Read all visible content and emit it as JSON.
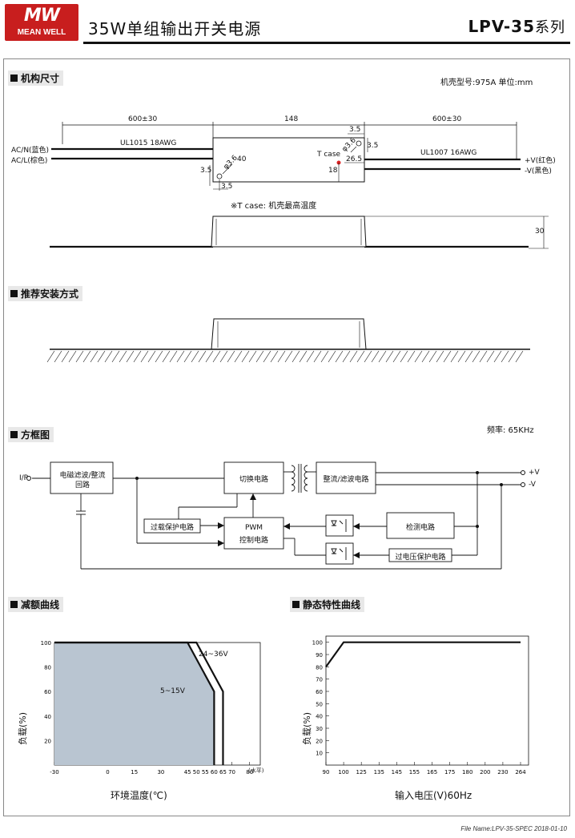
{
  "header": {
    "logo_mw": "MW",
    "logo_name": "MEAN WELL",
    "title": "35W单组输出开关电源",
    "model": "LPV-35",
    "model_suffix": "系列"
  },
  "mechanical": {
    "section_title": "机构尺寸",
    "case_info": "机壳型号:975A   单位:mm",
    "dims": {
      "left_wire": "600±30",
      "body_length": "148",
      "right_wire": "600±30",
      "body_height": "40",
      "hole_left": "φ3.6",
      "hole_right": "φ3.6",
      "d35_a": "3.5",
      "d35_b": "3.5",
      "d35_c": "3.5",
      "d35_d": "3.5",
      "d265": "26.5",
      "d18": "18",
      "side_height": "30"
    },
    "wire_left_label": "UL1015 18AWG",
    "wire_right_label": "UL1007 16AWG",
    "ac_n": "AC/N(蓝色)",
    "ac_l": "AC/L(棕色)",
    "vplus": "+V(红色)",
    "vminus": "-V(黑色)",
    "tcase_point": "T case",
    "tcase_note": "※T case: 机壳最高温度"
  },
  "mounting": {
    "section_title": "推荐安装方式"
  },
  "block": {
    "section_title": "方框图",
    "freq": "频率: 65KHz",
    "ip": "I/P",
    "emi_line1": "电磁滤波/整流",
    "emi_line2": "回路",
    "switch": "切换电路",
    "rect": "整流/滤波电路",
    "olp": "过载保护电路",
    "pwm_line1": "PWM",
    "pwm_line2": "控制电路",
    "detect": "检测电路",
    "ovp": "过电压保护电路",
    "vplus": "+V",
    "vminus": "-V"
  },
  "derating": {
    "section_title": "减额曲线",
    "ylabel": "负载(%)",
    "xlabel": "环境温度(℃)",
    "x_unit": "(水平)",
    "curve_a": "24~36V",
    "curve_b": "5~15V"
  },
  "static": {
    "section_title": "静态特性曲线",
    "ylabel": "负载(%)",
    "xlabel": "输入电压(V)60Hz"
  },
  "footer": "File Name:LPV-35-SPEC   2018-01-10",
  "chart_data": [
    {
      "type": "area",
      "title": "减额曲线",
      "xlabel": "环境温度(℃)",
      "ylabel": "负载(%)",
      "x_ticks": [
        -30,
        0,
        15,
        30,
        45,
        50,
        55,
        60,
        65,
        70,
        80
      ],
      "y_ticks": [
        20,
        40,
        60,
        80,
        100
      ],
      "xlim": [
        -30,
        86
      ],
      "ylim": [
        0,
        100
      ],
      "series": [
        {
          "name": "5~15V",
          "x": [
            -30,
            45,
            60,
            60
          ],
          "y": [
            100,
            100,
            60,
            0
          ]
        },
        {
          "name": "24~36V",
          "x": [
            -30,
            50,
            65,
            65
          ],
          "y": [
            100,
            100,
            60,
            0
          ]
        }
      ]
    },
    {
      "type": "line",
      "title": "静态特性曲线",
      "xlabel": "输入电压(V)60Hz",
      "ylabel": "负载(%)",
      "x_ticks": [
        "90",
        "100",
        "125",
        "135",
        "145",
        "155",
        "165",
        "175",
        "180",
        "200",
        "230",
        "264"
      ],
      "y_ticks": [
        10,
        20,
        30,
        40,
        50,
        60,
        70,
        80,
        90,
        100
      ],
      "ylim": [
        0,
        105
      ],
      "series": [
        {
          "x": [
            "90",
            "100",
            "264"
          ],
          "y": [
            80,
            100,
            100
          ]
        }
      ]
    }
  ]
}
